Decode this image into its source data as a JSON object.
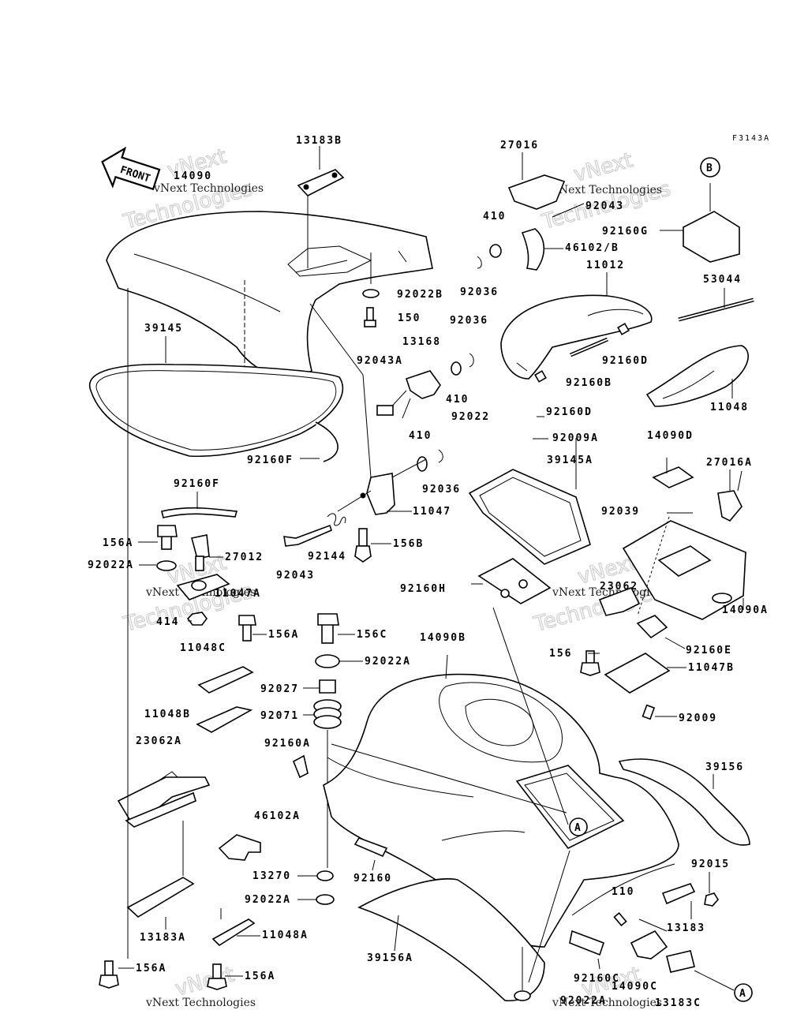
{
  "figure_code": "F3143A",
  "front_label": "FRONT",
  "callouts": {
    "a": "A",
    "b": "B"
  },
  "watermark": {
    "line1": "vNext",
    "line2": "Technologies",
    "combined": "vNext Technologies"
  },
  "parts": {
    "p13183B": "13183B",
    "p14090": "14090",
    "p27016": "27016",
    "p410a": "410",
    "p92043": "92043",
    "p46102B": "46102/B",
    "p92160G": "92160G",
    "p92022B": "92022B",
    "p92036a": "92036",
    "p11012": "11012",
    "p53044": "53044",
    "p150": "150",
    "p92036b": "92036",
    "p39145": "39145",
    "p13168": "13168",
    "p92043A": "92043A",
    "p410b": "410",
    "p92022": "92022",
    "p92160D1": "92160D",
    "p92160B": "92160B",
    "p92160D2": "92160D",
    "p11048": "11048",
    "p92009A": "92009A",
    "p92160F1": "92160F",
    "p410c": "410",
    "p92036c": "92036",
    "p14090D": "14090D",
    "p39145A": "39145A",
    "p27016A": "27016A",
    "p92160F2": "92160F",
    "p11047": "11047",
    "p92039": "92039",
    "p156A1": "156A",
    "p27012": "27012",
    "p156B": "156B",
    "p92022A1": "92022A",
    "p11047A": "11047A",
    "p92144": "92144",
    "p92043b": "92043",
    "p92160H": "92160H",
    "p23062": "23062",
    "p14090A": "14090A",
    "p414": "414",
    "p156A2": "156A",
    "p156C": "156C",
    "p11048C": "11048C",
    "p92022A2": "92022A",
    "p14090B": "14090B",
    "p156": "156",
    "p92160E": "92160E",
    "p11047B": "11047B",
    "p92027": "92027",
    "p11048B": "11048B",
    "p92071": "92071",
    "p92009": "92009",
    "p23062A": "23062A",
    "p92160A": "92160A",
    "p39156": "39156",
    "p46102A": "46102A",
    "p13270": "13270",
    "p92160": "92160",
    "p92015": "92015",
    "p92022A3": "92022A",
    "p110": "110",
    "p13183": "13183",
    "p13183A": "13183A",
    "p11048A": "11048A",
    "p39156A": "39156A",
    "p156A3": "156A",
    "p156A4": "156A",
    "p92160C": "92160C",
    "p14090C": "14090C",
    "p92022A4": "92022A",
    "p13183C": "13183C"
  }
}
